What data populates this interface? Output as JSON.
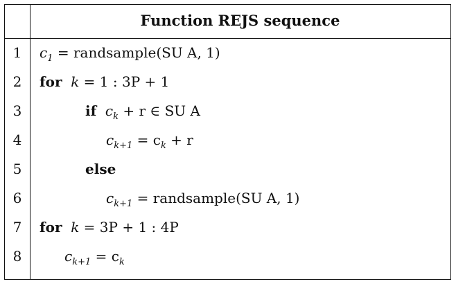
{
  "table": {
    "title": "Function REJS sequence",
    "rows": [
      {
        "num": "1",
        "kw": "",
        "math": "c",
        "sub": "1",
        "rest": " = randsample(SU A, 1)"
      },
      {
        "num": "2",
        "kw": "for",
        "math": "k",
        "sub": "",
        "rest": " = 1 : 3P + 1"
      },
      {
        "num": "3",
        "kw": "if",
        "math": "c",
        "sub": "k",
        "rest": " + r ∈ SU A"
      },
      {
        "num": "4",
        "kw": "",
        "math": "c",
        "sub": "k+1",
        "rest": " = c",
        "sub2": "k",
        "rest2": " + r"
      },
      {
        "num": "5",
        "kw": "else",
        "math": "",
        "sub": "",
        "rest": ""
      },
      {
        "num": "6",
        "kw": "",
        "math": "c",
        "sub": "k+1",
        "rest": " = randsample(SU A, 1)"
      },
      {
        "num": "7",
        "kw": "for",
        "math": "k",
        "sub": "",
        "rest": " = 3P + 1 : 4P"
      },
      {
        "num": "8",
        "kw": "",
        "math": "c",
        "sub": "k+1",
        "rest": " = c",
        "sub2": "k",
        "rest2": ""
      }
    ]
  }
}
